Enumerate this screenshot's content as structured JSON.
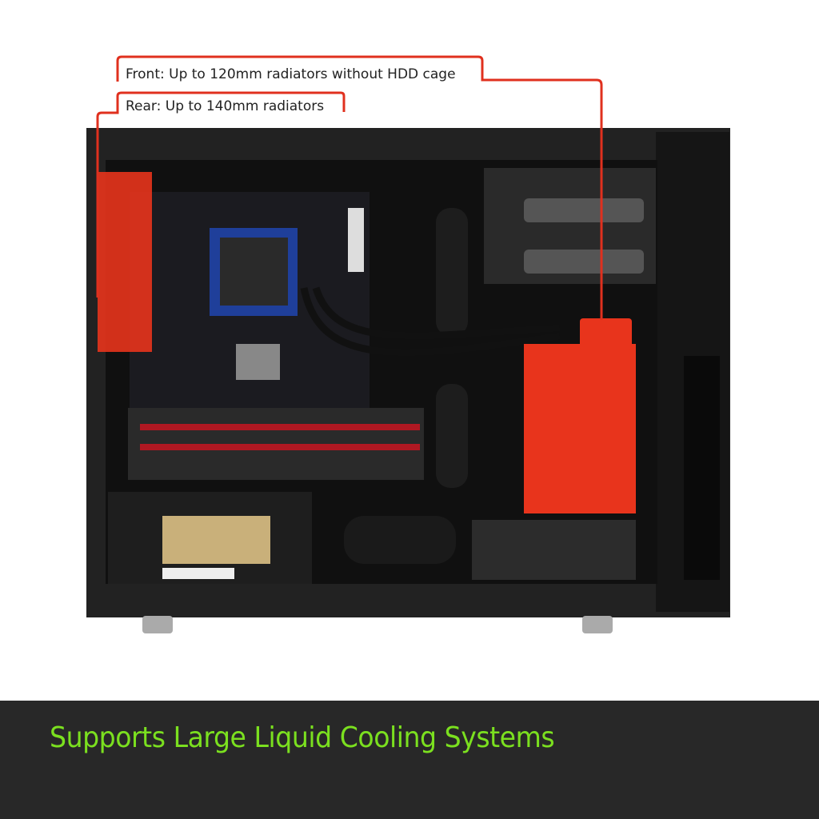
{
  "callouts": {
    "front": "Front: Up to 120mm radiators without HDD cage",
    "rear": "Rear: Up to 140mm radiators"
  },
  "banner": {
    "text": "Supports Large Liquid Cooling Systems"
  },
  "colors": {
    "callout_line": "#e0301e",
    "radiator": "#e8341c",
    "banner_bg": "#282828",
    "banner_text": "#7be01f",
    "case": "#1c1c1c"
  }
}
